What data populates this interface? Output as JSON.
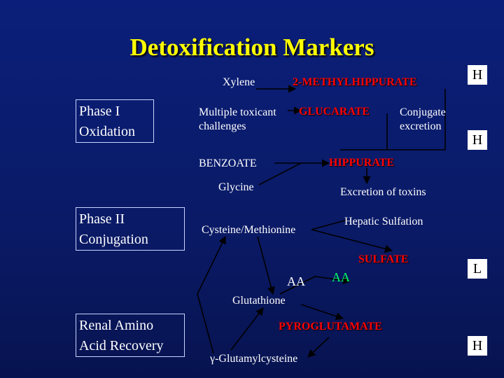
{
  "title": "Detoxification Markers",
  "phases": {
    "phase1": "Phase I Oxidation",
    "phase2": "Phase II Conjugation",
    "renal": "Renal Amino Acid Recovery"
  },
  "nodes": {
    "xylene": "Xylene",
    "methylhippurate": "2-METHYLHIPPURATE",
    "multiple_toxicant": "Multiple toxicant challenges",
    "glucarate": "GLUCARATE",
    "conjugate_excretion": "Conjugate excretion",
    "benzoate": "BENZOATE",
    "hippurate": "HIPPURATE",
    "glycine": "Glycine",
    "excretion_of_toxins": "Excretion of toxins",
    "hepatic_sulfation": "Hepatic Sulfation",
    "cysteine_methionine": "Cysteine/Methionine",
    "sulfate": "SULFATE",
    "aa_left": "AA",
    "aa_right": "AA",
    "glutathione": "Glutathione",
    "pyroglutamate": "PYROGLUTAMATE",
    "glutamylcysteine": "γ-Glutamylcysteine"
  },
  "indicators": {
    "ind1": "H",
    "ind2": "H",
    "ind3": "L",
    "ind4": "H"
  },
  "colors": {
    "background": "#0a1a66",
    "title": "#ffff00",
    "marker": "#ff0000",
    "text": "#ffffff"
  }
}
